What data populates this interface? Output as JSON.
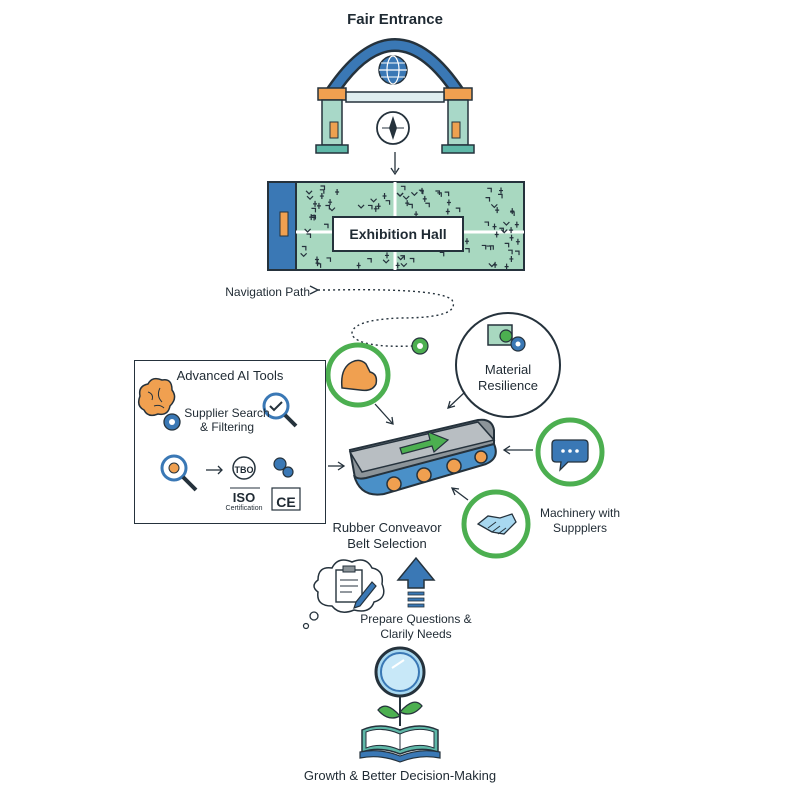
{
  "entrance": {
    "title": "Fair Entrance"
  },
  "hall": {
    "title": "Exhibition Hall"
  },
  "navigation": {
    "label": "Navigation Path"
  },
  "tools": {
    "title": "Advanced AI Tools",
    "search_label": "Supplier Search & Filtering",
    "badge_tbo": "TBO",
    "iso_label": "ISO",
    "iso_sub": "Certification",
    "ce_label": "CE"
  },
  "material": {
    "label": "Material Resilience"
  },
  "machinery": {
    "label": "Machinery with Suppplers"
  },
  "conveyor": {
    "label": "Rubber Conveavor Belt Selection"
  },
  "prepare": {
    "label": "Prepare Questions & Clarily Needs"
  },
  "growth": {
    "label": "Growth & Better Decision-Making"
  },
  "colors": {
    "teal": "#5fb8a8",
    "blue": "#3a78b5",
    "green": "#4caf50",
    "orange": "#f0a050",
    "dark": "#25323c",
    "gray": "#8c9499",
    "lightgreen": "#a8d8b8"
  }
}
